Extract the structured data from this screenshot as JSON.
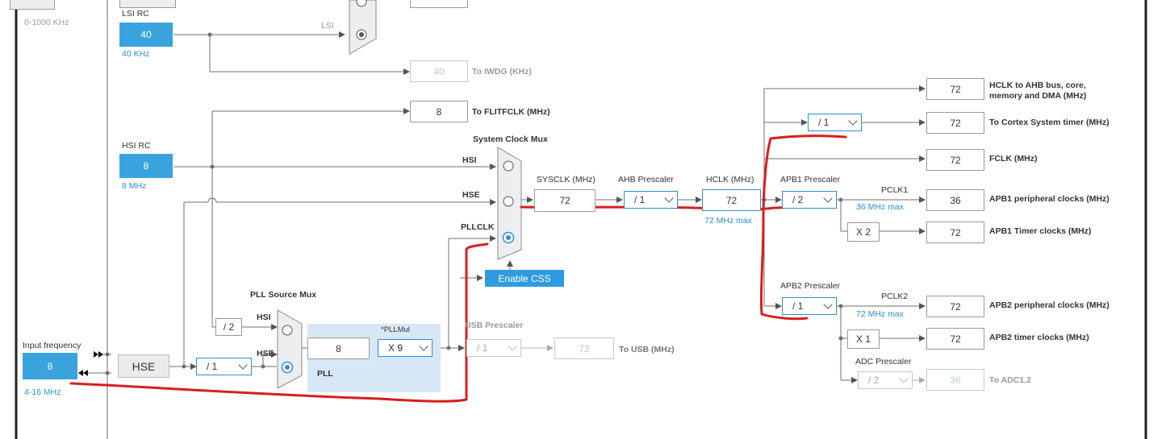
{
  "sources": {
    "lse_range": "0-1000 KHz",
    "lsi_title": "LSI RC",
    "lsi_value": "40",
    "lsi_freq": "40 KHz",
    "hsi_title": "HSI RC",
    "hsi_value": "8",
    "hsi_freq": "8 MHz",
    "input_title": "Input frequency",
    "input_value": "8",
    "input_range": "4-16 MHz",
    "hse_label": "HSE",
    "rtc_mux_lsi": "LSI"
  },
  "iwdg": {
    "value": "40",
    "label": "To IWDG (KHz)"
  },
  "flitf": {
    "value": "8",
    "label": "To FLITFCLK (MHz)"
  },
  "sysmux": {
    "title": "System Clock Mux",
    "hsi": "HSI",
    "hse": "HSE",
    "pllclk": "PLLCLK",
    "enable_css": "Enable CSS"
  },
  "pll": {
    "source_mux_title": "PLL Source Mux",
    "hsi": "HSI",
    "hse": "HSE",
    "div2": "/ 2",
    "hse_div": "/ 1",
    "input_value": "8",
    "mul_label": "*PLLMul",
    "mul_value": "X 9",
    "block_label": "PLL"
  },
  "usb": {
    "title": "USB Prescaler",
    "prescaler": "/ 1",
    "value": "72",
    "label": "To USB (MHz)"
  },
  "sysclk": {
    "label": "SYSCLK (MHz)",
    "value": "72"
  },
  "ahb": {
    "label": "AHB Prescaler",
    "value": "/ 1"
  },
  "hclk": {
    "label": "HCLK (MHz)",
    "value": "72",
    "max": "72 MHz max"
  },
  "apb1": {
    "title": "APB1 Prescaler",
    "prescaler": "/ 2",
    "pclk_label": "PCLK1",
    "max": "36 MHz max",
    "timer_mul": "X 2"
  },
  "apb2": {
    "title": "APB2 Prescaler",
    "prescaler": "/ 1",
    "pclk_label": "PCLK2",
    "max": "72 MHz max",
    "timer_mul": "X 1"
  },
  "adc": {
    "title": "ADC Prescaler",
    "prescaler": "/ 2",
    "value": "36",
    "label": "To ADC1,2"
  },
  "cortex": {
    "prescaler": "/ 1"
  },
  "outputs": [
    {
      "value": "72",
      "label": "HCLK to AHB bus, core, memory and DMA (MHz)"
    },
    {
      "value": "72",
      "label": "To Cortex System timer (MHz)"
    },
    {
      "value": "72",
      "label": "FCLK (MHz)"
    },
    {
      "value": "36",
      "label": "APB1 peripheral clocks (MHz)"
    },
    {
      "value": "72",
      "label": "APB1 Timer clocks (MHz)"
    },
    {
      "value": "72",
      "label": "APB2 peripheral clocks (MHz)"
    },
    {
      "value": "72",
      "label": "APB2 timer clocks (MHz)"
    }
  ],
  "colors": {
    "accent": "#3aa3dd",
    "select_border": "#2e8fd4",
    "annotation": "#d81e1e",
    "wire": "#6f6f6f"
  }
}
